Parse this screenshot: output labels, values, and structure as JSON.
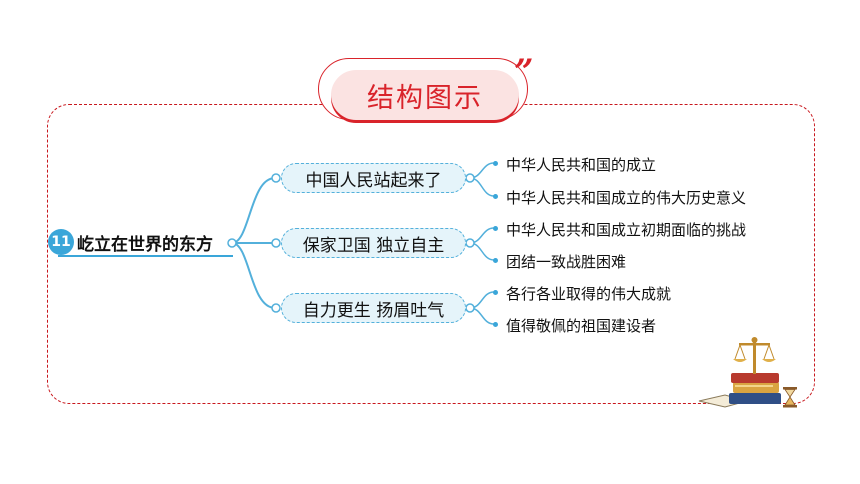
{
  "header": {
    "title": "结构图示",
    "quote_mark": "”"
  },
  "root": {
    "number": "11",
    "label": "屹立在世界的东方"
  },
  "branches": [
    {
      "label": "中国人民站起来了",
      "items": [
        "中华人民共和国的成立",
        "中华人民共和国成立的伟大历史意义"
      ]
    },
    {
      "label": "保家卫国 独立自主",
      "items": [
        "中华人民共和国成立初期面临的挑战",
        "团结一致战胜困难"
      ]
    },
    {
      "label": "自力更生 扬眉吐气",
      "items": [
        "各行各业取得的伟大成就",
        "值得敬佩的祖国建设者"
      ]
    }
  ],
  "colors": {
    "accent_red": "#d9232a",
    "accent_blue": "#3aa6d9",
    "branch_fill": "#e5f4fa"
  },
  "decoration_icon": "scales-books-hourglass-icon"
}
